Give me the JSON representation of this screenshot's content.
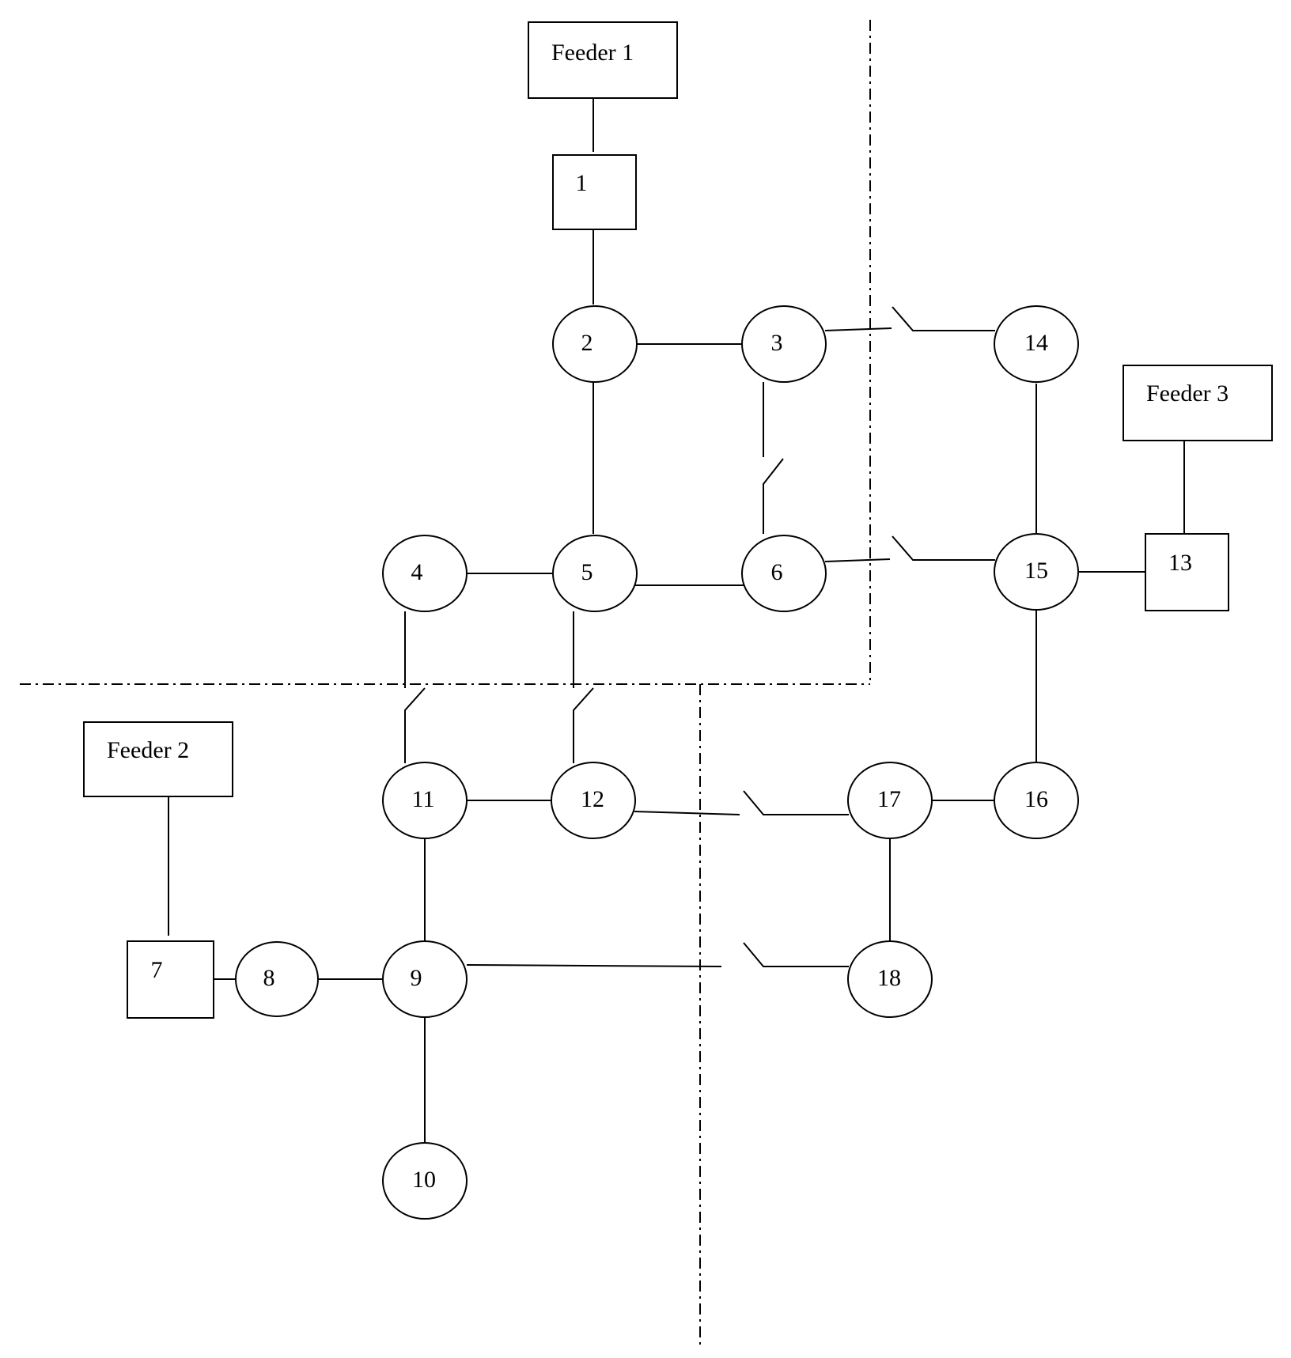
{
  "feeders": {
    "f1": {
      "label": "Feeder 1"
    },
    "f2": {
      "label": "Feeder 2"
    },
    "f3": {
      "label": "Feeder 3"
    }
  },
  "nodes": {
    "n1": "1",
    "n2": "2",
    "n3": "3",
    "n4": "4",
    "n5": "5",
    "n6": "6",
    "n7": "7",
    "n8": "8",
    "n9": "9",
    "n10": "10",
    "n11": "11",
    "n12": "12",
    "n13": "13",
    "n14": "14",
    "n15": "15",
    "n16": "16",
    "n17": "17",
    "n18": "18"
  }
}
